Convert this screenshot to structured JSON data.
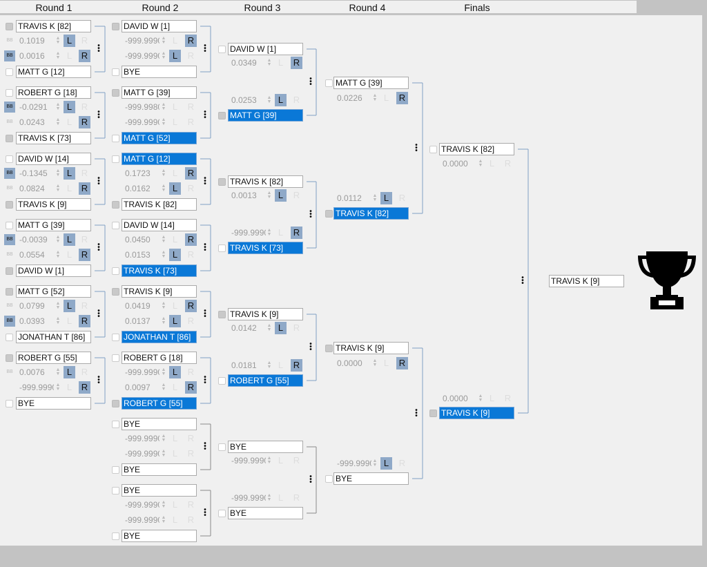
{
  "headers": [
    "Round 1",
    "Round 2",
    "Round 3",
    "Round 4",
    "Finals"
  ],
  "colors": {
    "selected": "#0a78d7",
    "lit_button": "#8fa9c8",
    "bracket_active": "#7f9fc4",
    "bracket_inactive": "#8a8a8a"
  },
  "rounds": [
    {
      "matches": [
        {
          "top": {
            "name": "TRAVIS K [82]",
            "checked": true,
            "selected": false
          },
          "scores": [
            {
              "value": "0.1019",
              "bb": false,
              "lit": "L"
            },
            {
              "value": "0.0016",
              "bb": true,
              "lit": "R"
            }
          ],
          "bottom": {
            "name": "MATT G [12]",
            "checked": false,
            "selected": false
          }
        },
        {
          "top": {
            "name": "ROBERT G [18]",
            "checked": false,
            "selected": false
          },
          "scores": [
            {
              "value": "-0.0291",
              "bb": true,
              "lit": "L"
            },
            {
              "value": "0.0243",
              "bb": false,
              "lit": "R"
            }
          ],
          "bottom": {
            "name": "TRAVIS K [73]",
            "checked": true,
            "selected": false
          }
        },
        {
          "top": {
            "name": "DAVID W [14]",
            "checked": false,
            "selected": false
          },
          "scores": [
            {
              "value": "-0.1345",
              "bb": true,
              "lit": "L"
            },
            {
              "value": "0.0824",
              "bb": false,
              "lit": "R"
            }
          ],
          "bottom": {
            "name": "TRAVIS K [9]",
            "checked": true,
            "selected": false
          }
        },
        {
          "top": {
            "name": "MATT G [39]",
            "checked": false,
            "selected": false
          },
          "scores": [
            {
              "value": "-0.0039",
              "bb": true,
              "lit": "L"
            },
            {
              "value": "0.0554",
              "bb": false,
              "lit": "R"
            }
          ],
          "bottom": {
            "name": "DAVID W [1]",
            "checked": true,
            "selected": false
          }
        },
        {
          "top": {
            "name": "MATT G [52]",
            "checked": true,
            "selected": false
          },
          "scores": [
            {
              "value": "0.0799",
              "bb": false,
              "lit": "L"
            },
            {
              "value": "0.0393",
              "bb": true,
              "lit": "R"
            }
          ],
          "bottom": {
            "name": "JONATHAN T [86]",
            "checked": false,
            "selected": false
          }
        },
        {
          "top": {
            "name": "ROBERT G [55]",
            "checked": true,
            "selected": false
          },
          "scores": [
            {
              "value": "0.0076",
              "bb": false,
              "lit": "L"
            },
            {
              "value": "-999.9990",
              "bb": null,
              "lit": "R"
            }
          ],
          "bottom": {
            "name": "BYE",
            "checked": false,
            "selected": false
          }
        }
      ]
    },
    {
      "matches": [
        {
          "top": {
            "name": "DAVID W [1]",
            "checked": true,
            "selected": false
          },
          "scores": [
            {
              "value": "-999.9990",
              "lit": "R"
            },
            {
              "value": "-999.9990",
              "lit": "L"
            }
          ],
          "bottom": {
            "name": "BYE",
            "checked": false,
            "selected": false
          }
        },
        {
          "top": {
            "name": "MATT G [39]",
            "checked": true,
            "selected": false
          },
          "scores": [
            {
              "value": "-999.9980",
              "lit": null
            },
            {
              "value": "-999.9990",
              "lit": null
            }
          ],
          "bottom": {
            "name": "MATT G [52]",
            "checked": false,
            "selected": true
          }
        },
        {
          "top": {
            "name": "MATT G [12]",
            "checked": false,
            "selected": true
          },
          "scores": [
            {
              "value": "0.1723",
              "lit": "R"
            },
            {
              "value": "0.0162",
              "lit": "L"
            }
          ],
          "bottom": {
            "name": "TRAVIS K [82]",
            "checked": true,
            "selected": false
          }
        },
        {
          "top": {
            "name": "DAVID W [14]",
            "checked": false,
            "selected": false
          },
          "scores": [
            {
              "value": "0.0450",
              "lit": "R"
            },
            {
              "value": "0.0153",
              "lit": "L"
            }
          ],
          "bottom": {
            "name": "TRAVIS K [73]",
            "checked": false,
            "selected": true
          }
        },
        {
          "top": {
            "name": "TRAVIS K [9]",
            "checked": true,
            "selected": false
          },
          "scores": [
            {
              "value": "0.0419",
              "lit": "R"
            },
            {
              "value": "0.0137",
              "lit": "L"
            }
          ],
          "bottom": {
            "name": "JONATHAN T [86]",
            "checked": false,
            "selected": true
          }
        },
        {
          "top": {
            "name": "ROBERT G [18]",
            "checked": false,
            "selected": false
          },
          "scores": [
            {
              "value": "-999.9990",
              "lit": "L"
            },
            {
              "value": "0.0097",
              "lit": "R"
            }
          ],
          "bottom": {
            "name": "ROBERT G [55]",
            "checked": true,
            "selected": true
          }
        },
        {
          "top": {
            "name": "BYE",
            "checked": false,
            "selected": false
          },
          "scores": [
            {
              "value": "-999.9990",
              "lit": null
            },
            {
              "value": "-999.9990",
              "lit": null
            }
          ],
          "bottom": {
            "name": "BYE",
            "checked": false,
            "selected": false
          },
          "inactive": true
        },
        {
          "top": {
            "name": "BYE",
            "checked": false,
            "selected": false
          },
          "scores": [
            {
              "value": "-999.9990",
              "lit": null
            },
            {
              "value": "-999.9990",
              "lit": null
            }
          ],
          "bottom": {
            "name": "BYE",
            "checked": false,
            "selected": false
          },
          "inactive": true
        }
      ]
    },
    {
      "matches": [
        {
          "top": {
            "name": "DAVID W [1]",
            "checked": false,
            "selected": false
          },
          "scores": [
            {
              "value": "0.0349",
              "lit": "R"
            },
            {
              "value": "0.0253",
              "lit": "L"
            }
          ],
          "bottom": {
            "name": "MATT G [39]",
            "checked": true,
            "selected": true
          }
        },
        {
          "top": {
            "name": "TRAVIS K [82]",
            "checked": true,
            "selected": false
          },
          "scores": [
            {
              "value": "0.0013",
              "lit": "L"
            },
            {
              "value": "-999.9990",
              "lit": "R"
            }
          ],
          "bottom": {
            "name": "TRAVIS K [73]",
            "checked": false,
            "selected": true
          }
        },
        {
          "top": {
            "name": "TRAVIS K [9]",
            "checked": true,
            "selected": false
          },
          "scores": [
            {
              "value": "0.0142",
              "lit": "L"
            },
            {
              "value": "0.0181",
              "lit": "R"
            }
          ],
          "bottom": {
            "name": "ROBERT G [55]",
            "checked": false,
            "selected": true
          }
        },
        {
          "top": {
            "name": "BYE",
            "checked": false,
            "selected": false
          },
          "scores": [
            {
              "value": "-999.9990",
              "lit": null
            },
            {
              "value": "-999.9990",
              "lit": null
            }
          ],
          "bottom": {
            "name": "BYE",
            "checked": false,
            "selected": false
          },
          "inactive": true
        }
      ]
    },
    {
      "matches": [
        {
          "top": {
            "name": "MATT G [39]",
            "checked": false,
            "selected": false
          },
          "scores": [
            {
              "value": "0.0226",
              "lit": "R"
            },
            {
              "value": "0.0112",
              "lit": "L"
            }
          ],
          "bottom": {
            "name": "TRAVIS K [82]",
            "checked": true,
            "selected": true
          }
        },
        {
          "top": {
            "name": "TRAVIS K [9]",
            "checked": true,
            "selected": false
          },
          "scores": [
            {
              "value": "0.0000",
              "lit": "R"
            },
            {
              "value": "-999.9990",
              "lit": "L"
            }
          ],
          "bottom": {
            "name": "BYE",
            "checked": false,
            "selected": false
          }
        }
      ]
    },
    {
      "matches": [
        {
          "top": {
            "name": "TRAVIS K [82]",
            "checked": false,
            "selected": false
          },
          "scores": [
            {
              "value": "0.0000",
              "lit": null
            },
            {
              "value": "0.0000",
              "lit": null
            }
          ],
          "bottom": {
            "name": "TRAVIS K [9]",
            "checked": true,
            "selected": true
          }
        }
      ]
    }
  ],
  "winner": "TRAVIS K [9]",
  "labels": {
    "L": "L",
    "R": "R",
    "BB": "BB"
  }
}
